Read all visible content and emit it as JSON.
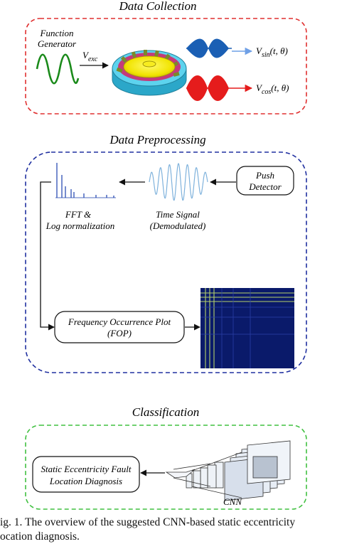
{
  "sections": {
    "collection": {
      "title": "Data Collection",
      "generator_line1": "Function",
      "generator_line2": "Generator",
      "vexc_main": "V",
      "vexc_sub": "exc",
      "vsin_main": "V",
      "vsin_sub": "sin",
      "vsin_args": "(t, θ)",
      "vcos_main": "V",
      "vcos_sub": "cos",
      "vcos_args": "(t, θ)"
    },
    "preprocessing": {
      "title": "Data Preprocessing",
      "push_line1": "Push",
      "push_line2": "Detector",
      "time_line1": "Time Signal",
      "time_line2": "(Demodulated)",
      "fft_line1": "FFT &",
      "fft_line2": "Log normalization",
      "fop_line1": "Frequency Occurrence Plot",
      "fop_line2": "(FOP)"
    },
    "classification": {
      "title": "Classification",
      "diag_line1": "Static Eccentricity Fault",
      "diag_line2": "Location Diagnosis",
      "cnn_label": "CNN"
    }
  },
  "caption": {
    "line1": "ig. 1. The overview of the suggested CNN-based static eccentricity",
    "line2": "ocation diagnosis."
  },
  "colors": {
    "collection_border": "#e03030",
    "preprocessing_border": "#2030a0",
    "classification_border": "#40c040",
    "sine_green": "#1a8a1a",
    "envelope_blue": "#1a5fb4",
    "envelope_red": "#e51c1c",
    "fop_bg": "#0a1a6a",
    "fop_line": "#c8e66a"
  }
}
